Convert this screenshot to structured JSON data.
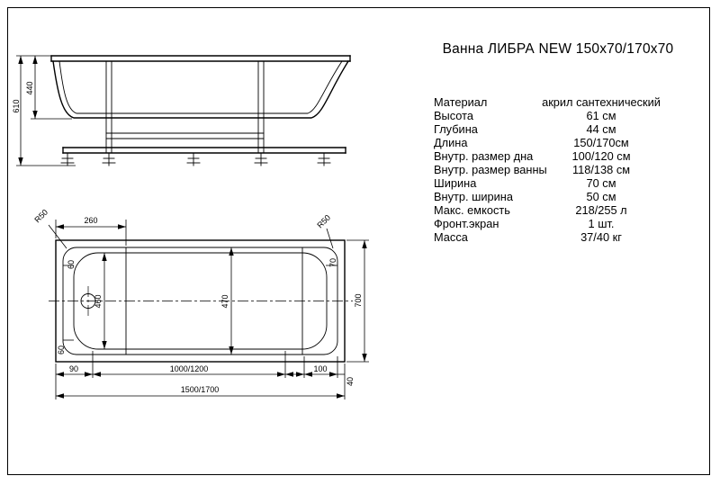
{
  "title": "Ванна ЛИБРА NEW 150х70/170х70",
  "colors": {
    "ink": "#000000",
    "paper": "#ffffff"
  },
  "specs": {
    "rows": [
      {
        "label": "Материал",
        "value": "акрил сантехнический"
      },
      {
        "label": "Высота",
        "value": "61 см"
      },
      {
        "label": "Глубина",
        "value": "44 см"
      },
      {
        "label": "Длина",
        "value": "150/170см"
      },
      {
        "label": "Внутр. размер дна",
        "value": "100/120 см"
      },
      {
        "label": "Внутр. размер ванны",
        "value": "118/138 см"
      },
      {
        "label": "Ширина",
        "value": "70 см"
      },
      {
        "label": "Внутр. ширина",
        "value": "50 см"
      },
      {
        "label": "Макс. емкость",
        "value": "218/255 л"
      },
      {
        "label": "Фронт.экран",
        "value": "1 шт."
      },
      {
        "label": "Масса",
        "value": "37/40 кг"
      }
    ]
  },
  "side_view": {
    "dims": {
      "total_height": "610",
      "inner_depth": "440"
    }
  },
  "top_view": {
    "dims": {
      "head_offset": "260",
      "radius_left": "R50",
      "radius_right": "R50",
      "rim_top_left": "60",
      "rim_top_right": "70",
      "inner_width_drain": "460",
      "inner_width_mid": "470",
      "total_width": "700",
      "rim_bottom_left": "60",
      "bottom_left": "90",
      "bottom_flat": "1000/1200",
      "bottom_right": "100",
      "bottom_corner": "40",
      "total_length": "1500/1700"
    }
  }
}
